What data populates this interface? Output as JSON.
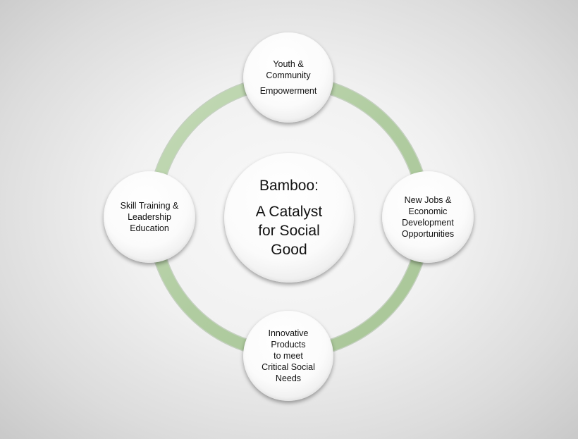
{
  "diagram": {
    "ring_color": "#b3cea4",
    "center": {
      "title": "Bamboo:",
      "subtitle_lines": [
        "A Catalyst",
        "for Social",
        "Good"
      ]
    },
    "nodes": {
      "top": {
        "lines": [
          "Youth &",
          "Community",
          "Empowerment"
        ]
      },
      "right": {
        "lines": [
          "New Jobs &",
          "Economic",
          "Development",
          "Opportunities"
        ]
      },
      "bottom": {
        "lines": [
          "Innovative",
          "Products",
          "to meet",
          "Critical Social",
          "Needs"
        ]
      },
      "left": {
        "lines": [
          "Skill Training &",
          "Leadership",
          "Education"
        ]
      }
    }
  }
}
